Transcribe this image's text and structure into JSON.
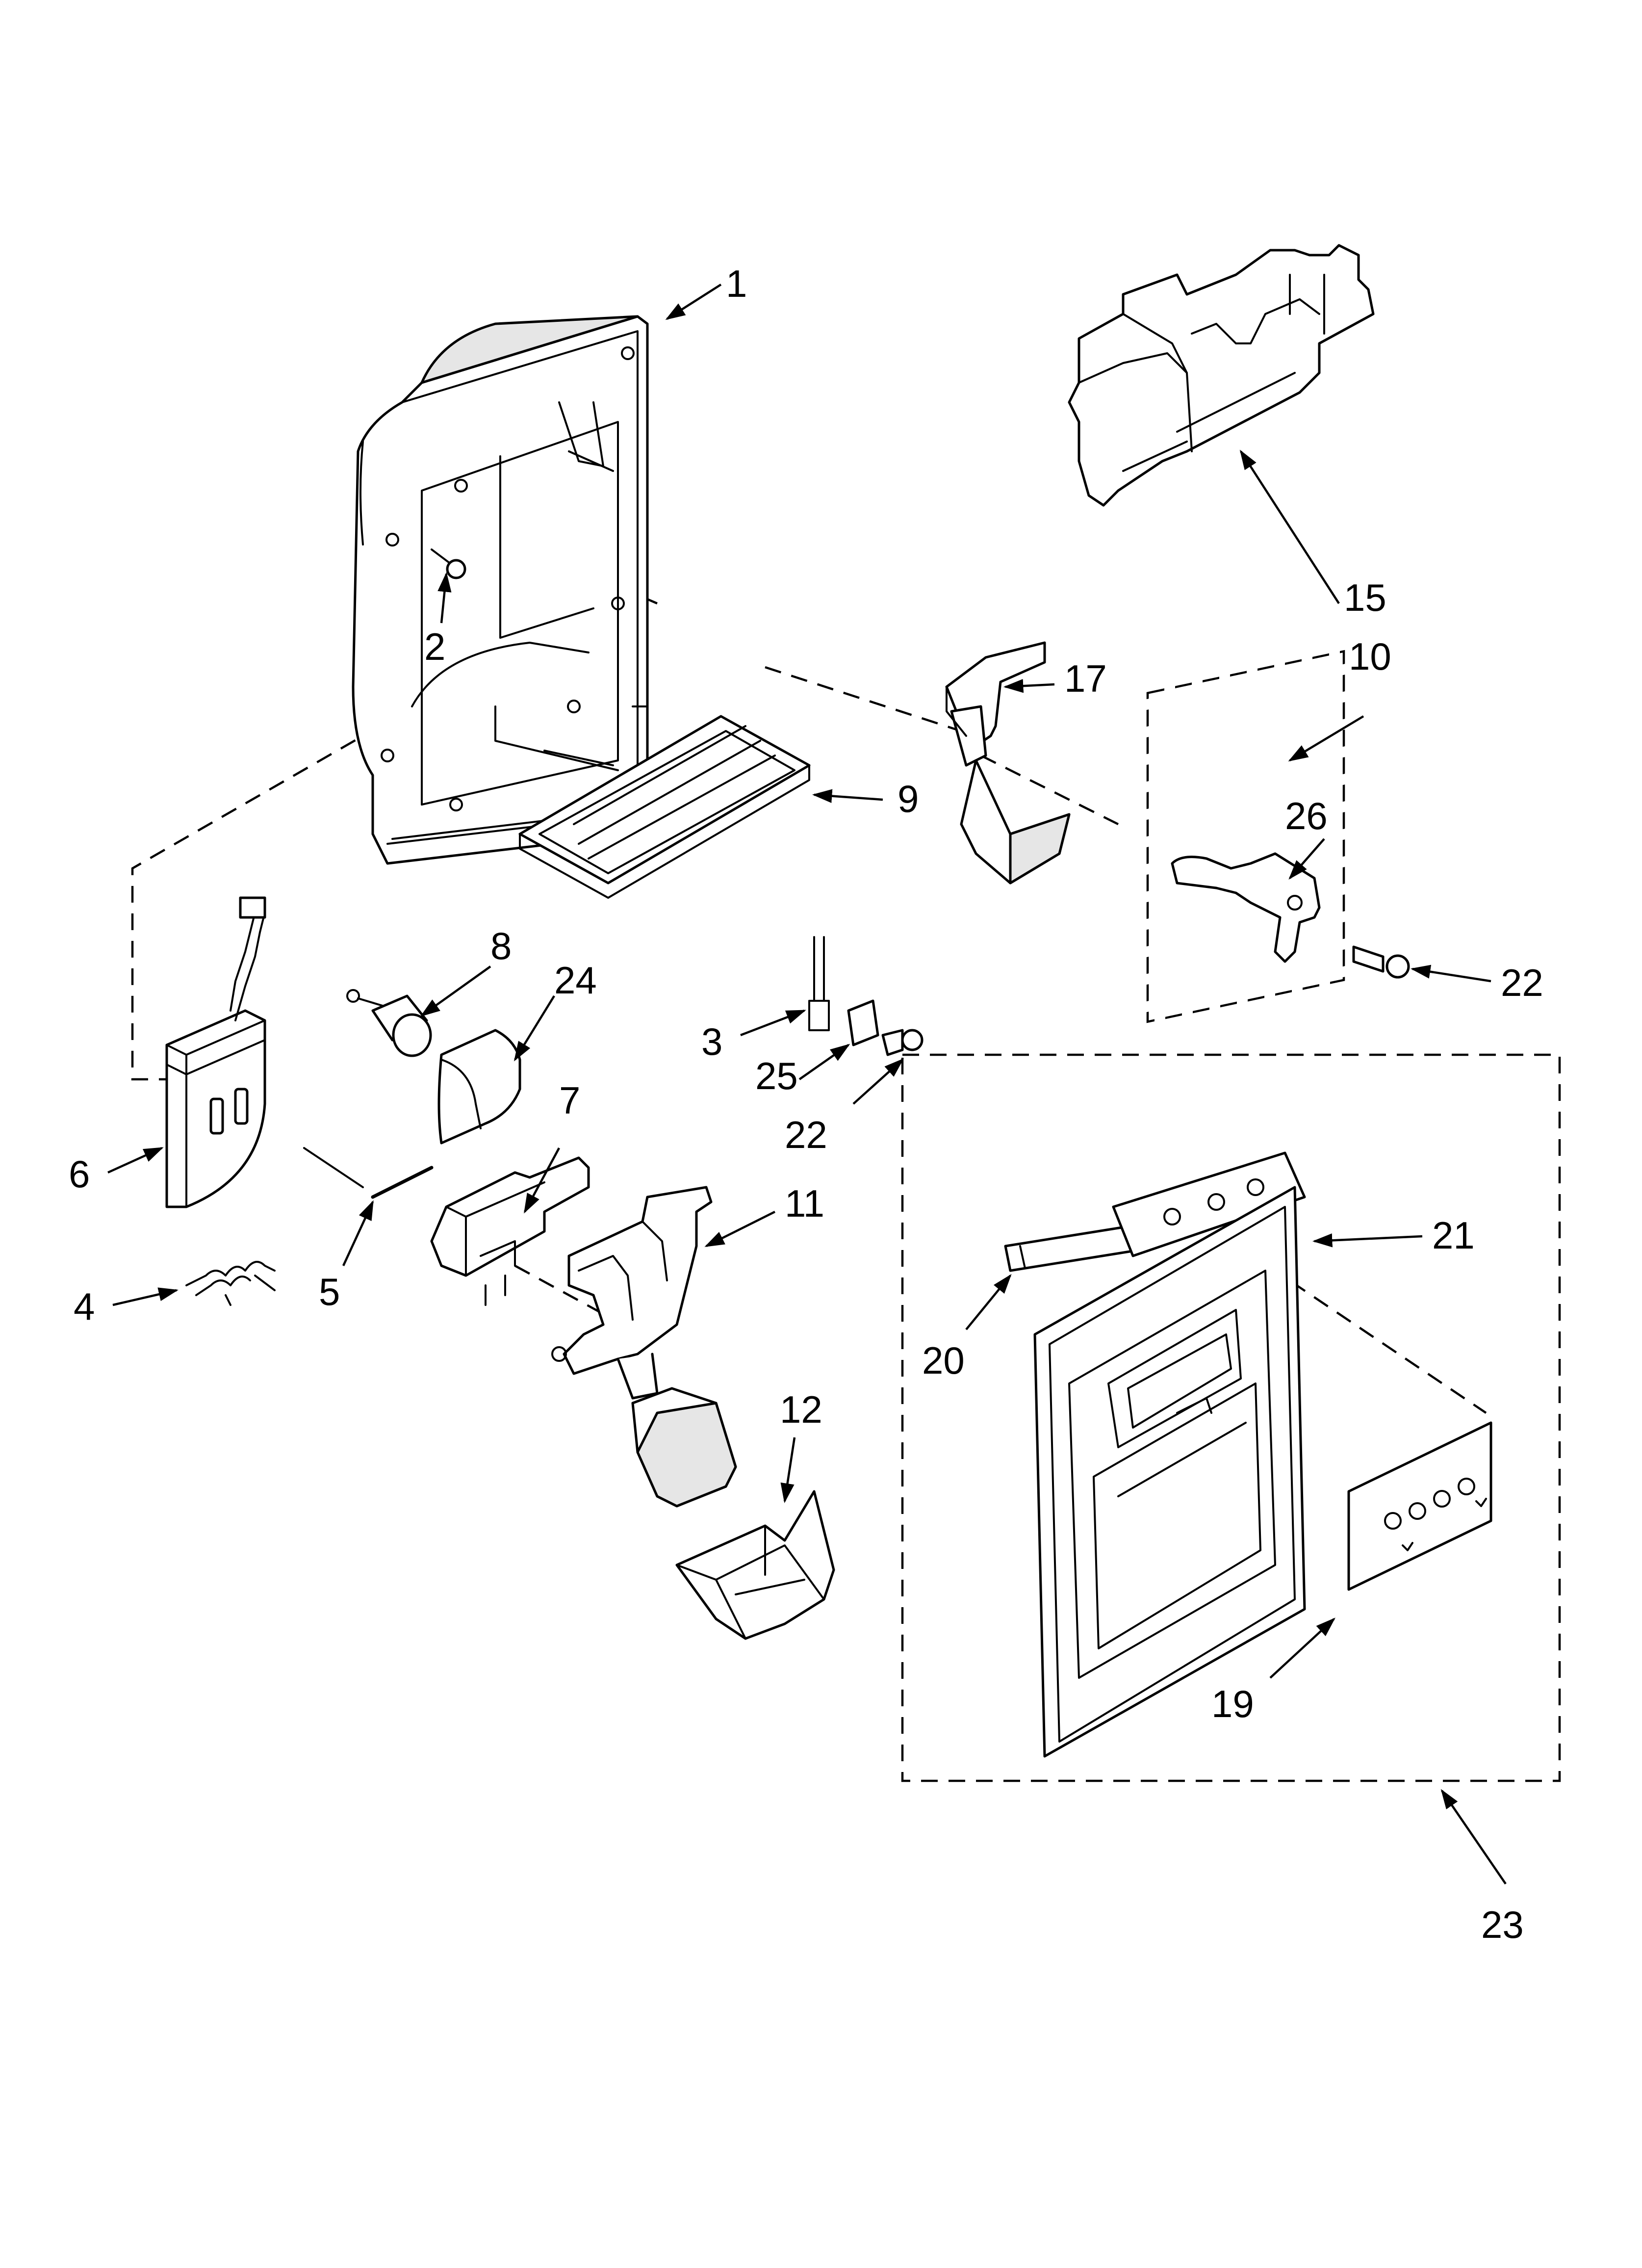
{
  "diagram": {
    "callouts": [
      {
        "id": "c1",
        "label": "1"
      },
      {
        "id": "c2",
        "label": "2"
      },
      {
        "id": "c3",
        "label": "3"
      },
      {
        "id": "c4",
        "label": "4"
      },
      {
        "id": "c5",
        "label": "5"
      },
      {
        "id": "c6",
        "label": "6"
      },
      {
        "id": "c7",
        "label": "7"
      },
      {
        "id": "c8",
        "label": "8"
      },
      {
        "id": "c9",
        "label": "9"
      },
      {
        "id": "c10",
        "label": "10"
      },
      {
        "id": "c11",
        "label": "11"
      },
      {
        "id": "c12",
        "label": "12"
      },
      {
        "id": "c15",
        "label": "15"
      },
      {
        "id": "c17",
        "label": "17"
      },
      {
        "id": "c19",
        "label": "19"
      },
      {
        "id": "c20",
        "label": "20"
      },
      {
        "id": "c21",
        "label": "21"
      },
      {
        "id": "c22a",
        "label": "22"
      },
      {
        "id": "c22b",
        "label": "22"
      },
      {
        "id": "c23",
        "label": "23"
      },
      {
        "id": "c24",
        "label": "24"
      },
      {
        "id": "c25",
        "label": "25"
      },
      {
        "id": "c26",
        "label": "26"
      }
    ]
  }
}
